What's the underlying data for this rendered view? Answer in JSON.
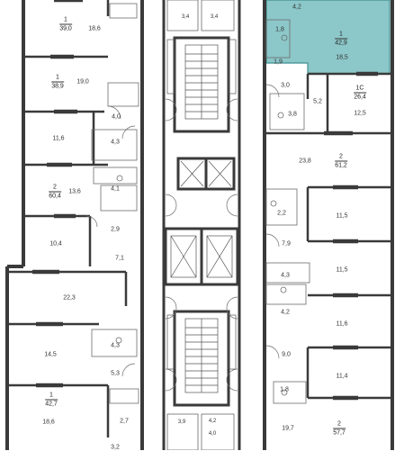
{
  "colors": {
    "wall": "#3a3a3a",
    "thin": "#6b6b6b",
    "highlight_fill": "#8cc7c9",
    "highlight_stroke": "#3f8f92",
    "background": "#ffffff"
  },
  "apartments": [
    {
      "id": "apt-left-top",
      "number": "1",
      "area": "39,0"
    },
    {
      "id": "apt-left-2",
      "number": "1",
      "area": "38,9"
    },
    {
      "id": "apt-left-3",
      "number": "2",
      "area": "60,4"
    },
    {
      "id": "apt-left-bottom",
      "number": "1",
      "area": "42,7"
    },
    {
      "id": "apt-right-highlighted",
      "number": "1",
      "area": "42,9",
      "highlighted": true
    },
    {
      "id": "apt-right-1c",
      "number": "1С",
      "area": "26,4"
    },
    {
      "id": "apt-right-2a",
      "number": "2",
      "area": "61,2"
    },
    {
      "id": "apt-right-2b",
      "number": "2",
      "area": "57,7"
    }
  ],
  "rooms": {
    "l_18_6a": "18,6",
    "l_19_0": "19,0",
    "l_4_0": "4,0",
    "l_11_6": "11,6",
    "l_4_3a": "4,3",
    "l_13_6": "13,6",
    "l_4_1": "4,1",
    "l_2_9": "2,9",
    "l_10_4": "10,4",
    "l_7_1": "7,1",
    "l_22_3": "22,3",
    "l_14_5": "14,5",
    "l_4_3b": "4,3",
    "l_5_3": "5,3",
    "l_18_6b": "18,6",
    "l_2_7": "2,7",
    "l_3_2": "3,2",
    "c_3_4a": "3,4",
    "c_3_4b": "3,4",
    "c_3_9": "3,9",
    "c_4_2": "4,2",
    "c_4_0": "4,0",
    "r_4_2": "4,2",
    "r_1_8a": "1,8",
    "r_18_5": "18,5",
    "r_1_9": "1,9",
    "r_3_0": "3,0",
    "r_5_2": "5,2",
    "r_3_8": "3,8",
    "r_12_5": "12,5",
    "r_23_8": "23,8",
    "r_2_2": "2,2",
    "r_11_5a": "11,5",
    "r_7_9": "7,9",
    "r_11_5b": "11,5",
    "r_4_3": "4,3",
    "r_4_2b": "4,2",
    "r_11_6": "11,6",
    "r_9_0": "9,0",
    "r_11_4": "11,4",
    "r_1_8b": "1,8",
    "r_19_7": "19,7"
  }
}
